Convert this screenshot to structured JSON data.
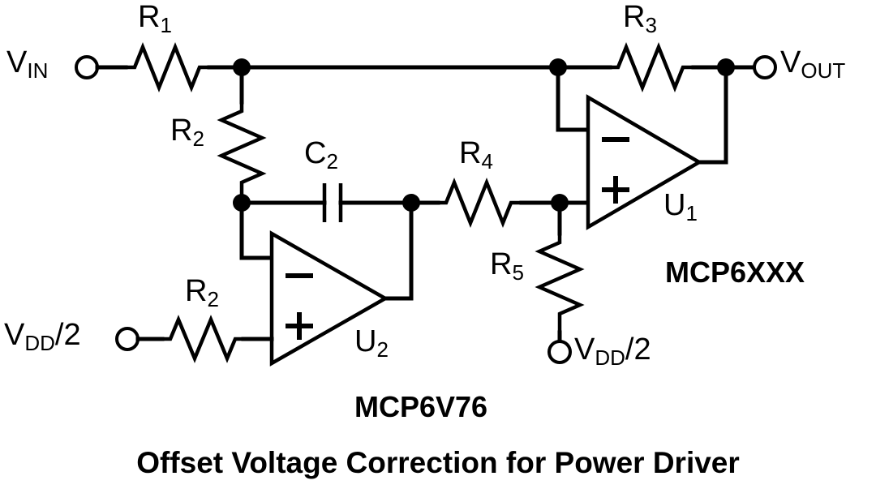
{
  "figure": {
    "title": "Offset Voltage Correction for Power Driver",
    "type": "circuit-schematic"
  },
  "terminals": {
    "vin": {
      "label": "V",
      "sub": "IN"
    },
    "vout": {
      "label": "V",
      "sub": "OUT"
    },
    "vdd_half_left": {
      "label": "V",
      "sub": "DD",
      "suffix": "/2"
    },
    "vdd_half_right": {
      "label": "V",
      "sub": "DD",
      "suffix": "/2"
    }
  },
  "components": {
    "r1": {
      "label": "R",
      "sub": "1"
    },
    "r2_vertical": {
      "label": "R",
      "sub": "2"
    },
    "r2_bottom": {
      "label": "R",
      "sub": "2"
    },
    "r3": {
      "label": "R",
      "sub": "3"
    },
    "r4": {
      "label": "R",
      "sub": "4"
    },
    "r5": {
      "label": "R",
      "sub": "5"
    },
    "c2": {
      "label": "C",
      "sub": "2"
    },
    "u1": {
      "label": "U",
      "sub": "1"
    },
    "u2": {
      "label": "U",
      "sub": "2"
    }
  },
  "part_numbers": {
    "u1_part": "MCP6XXX",
    "u2_part": "MCP6V76"
  },
  "opamp_pins": {
    "inverting": "−",
    "noninverting": "+"
  },
  "colors": {
    "ink": "#000000",
    "background": "#ffffff"
  }
}
